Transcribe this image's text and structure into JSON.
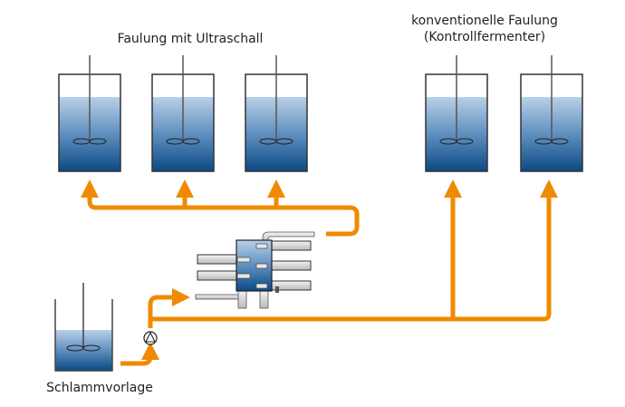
{
  "groups": {
    "ultrasound": {
      "title": "Faulung mit Ultraschall",
      "reactor_count": 3
    },
    "conventional": {
      "title_line1": "konventionelle Faulung",
      "title_line2": "(Kontrollfermenter)",
      "reactor_count": 2
    }
  },
  "feed_tank": {
    "label": "Schlammvorlage"
  },
  "components": {
    "pump": "pump-icon",
    "ultrasound_unit": "ultrasound-reactor-icon",
    "flow_lines": "flow-arrow"
  },
  "colors": {
    "flow": "#f08a00",
    "liquid_top": "#b9d0e8",
    "liquid_bottom": "#0b4a84",
    "outline": "#333333"
  }
}
